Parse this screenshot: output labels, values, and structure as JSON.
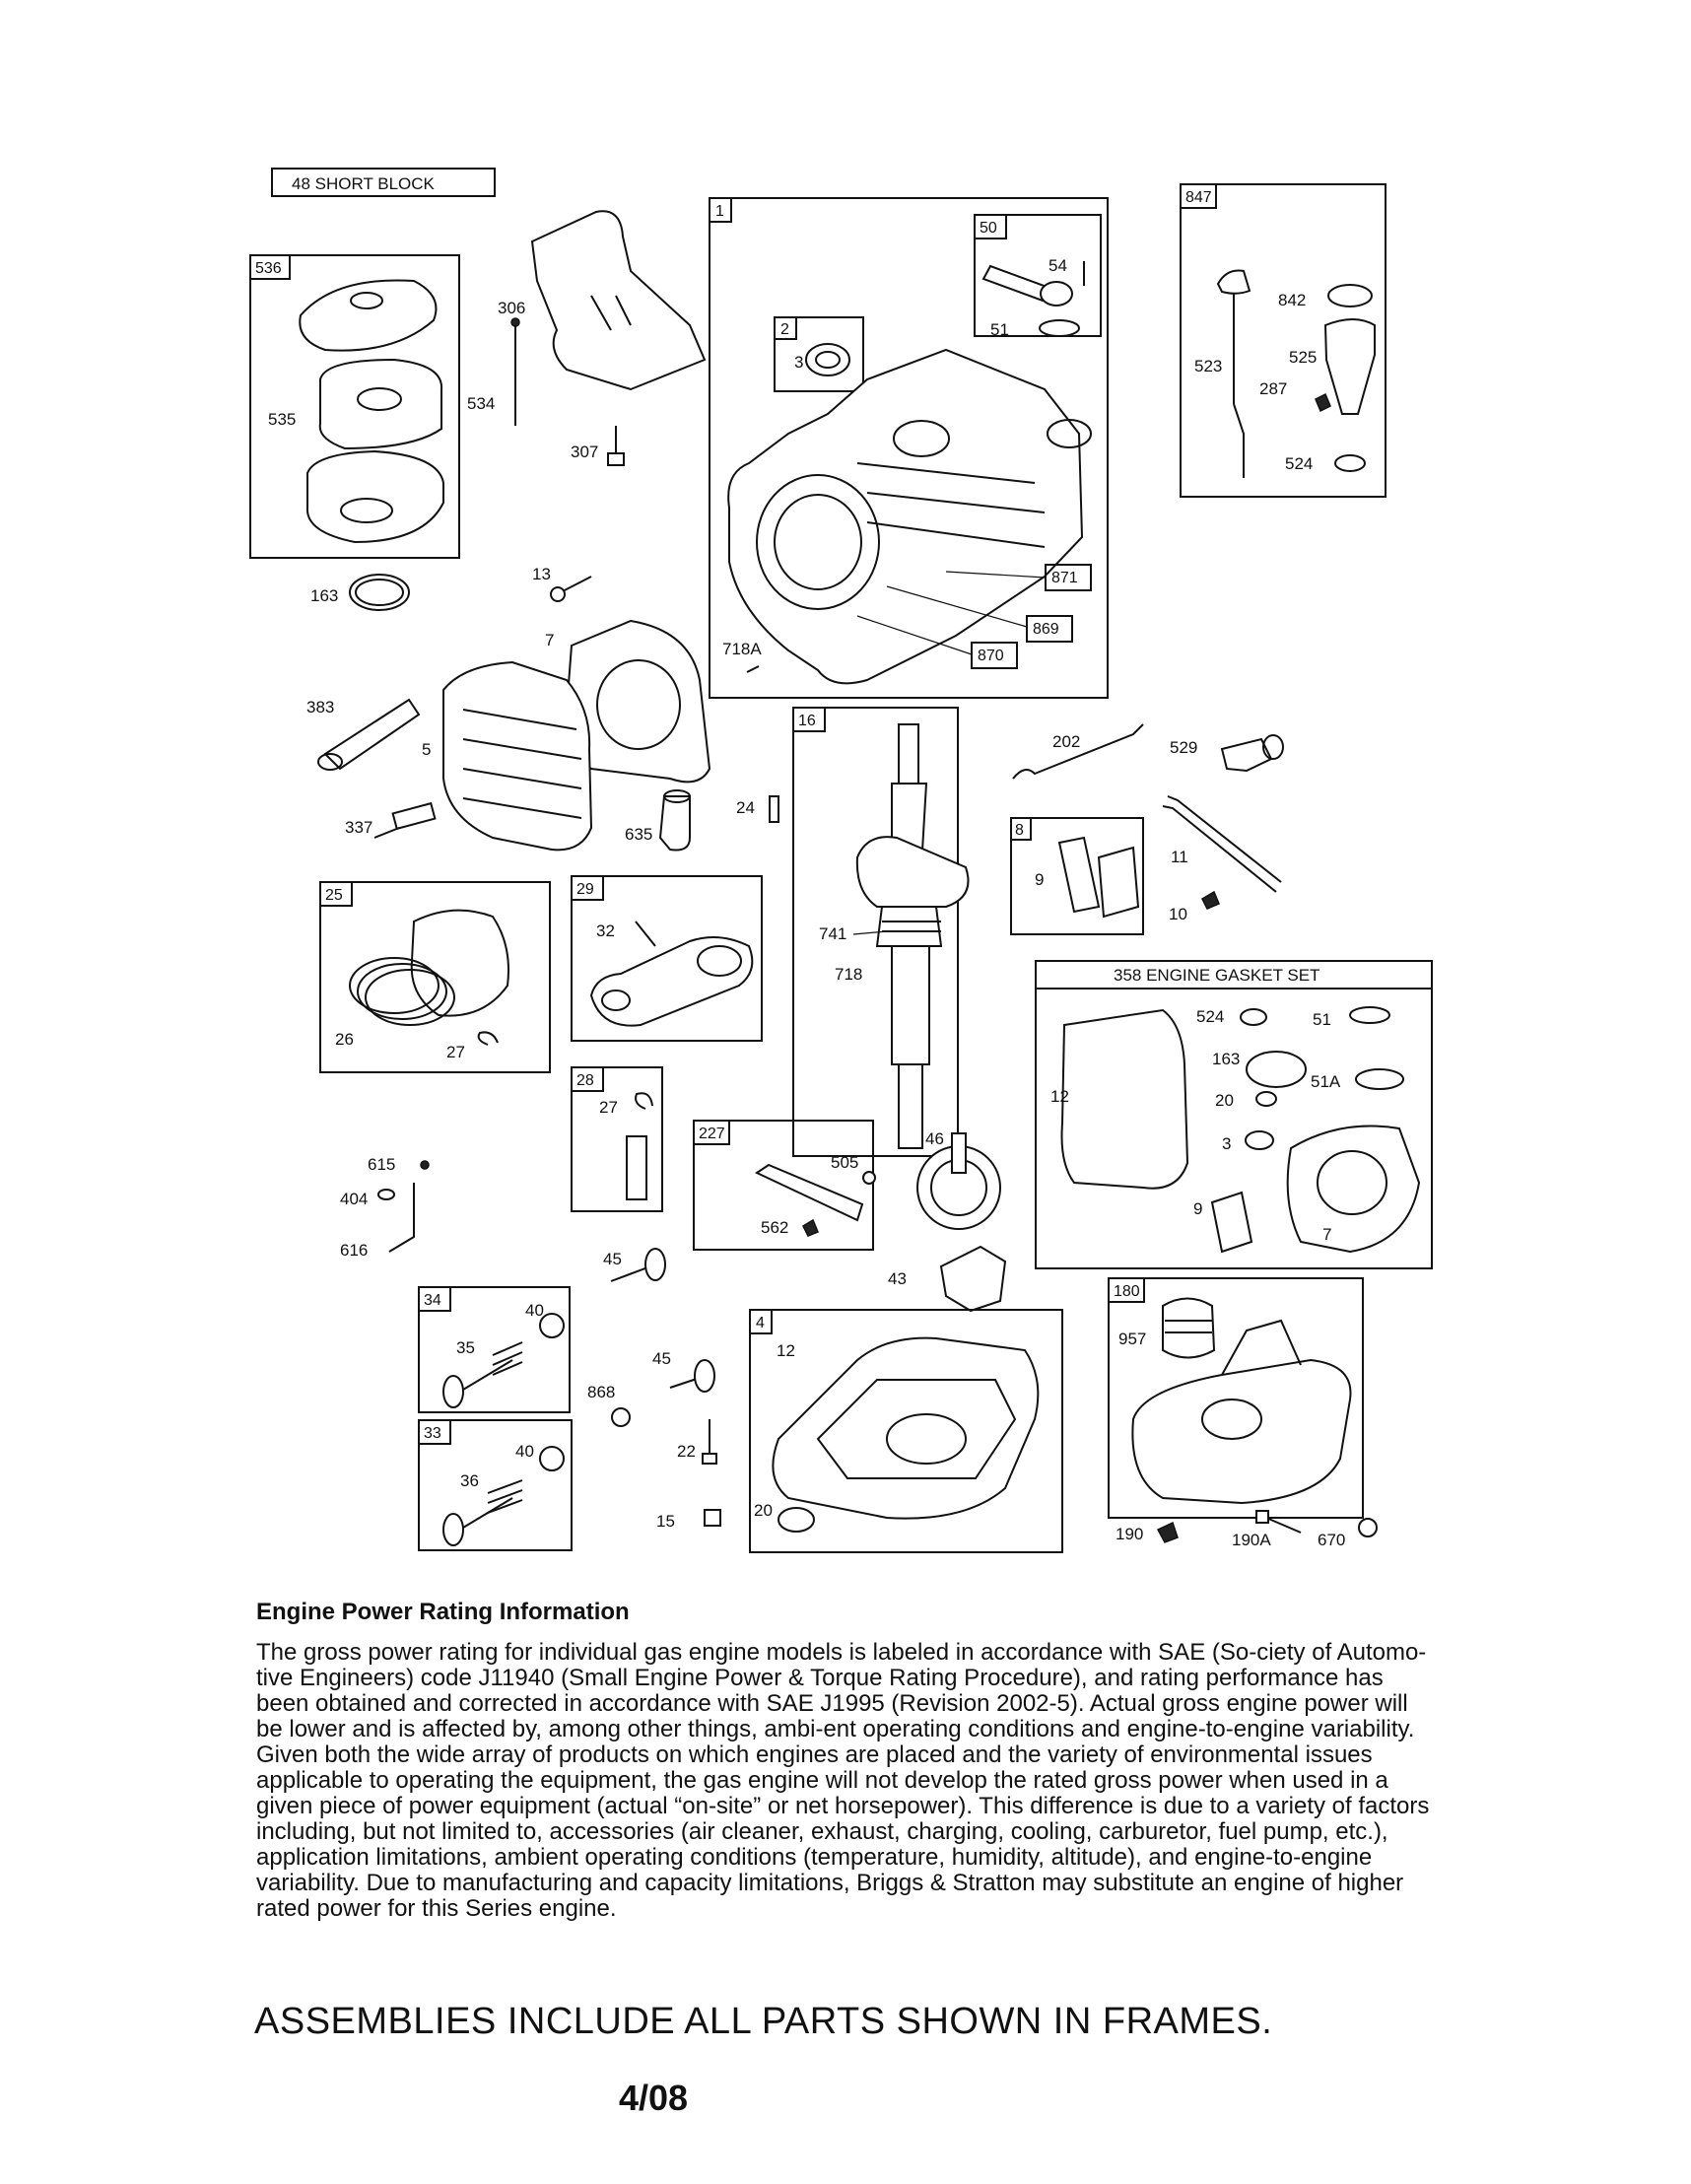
{
  "frames": {
    "short_block": "48 SHORT BLOCK",
    "f536": "536",
    "f1": "1",
    "f2": "2",
    "f50": "50",
    "f847": "847",
    "f871": "871",
    "f869": "869",
    "f870": "870",
    "f16": "16",
    "f8": "8",
    "gasket_set": "358 ENGINE GASKET SET",
    "f25": "25",
    "f29": "29",
    "f28": "28",
    "f227": "227",
    "f34": "34",
    "f33": "33",
    "f4": "4",
    "f180": "180"
  },
  "labels": {
    "l306": "306",
    "l534": "534",
    "l307": "307",
    "l535": "535",
    "l163": "163",
    "l13": "13",
    "l7": "7",
    "l383": "383",
    "l5": "5",
    "l337": "337",
    "l635": "635",
    "l54": "54",
    "l51": "51",
    "l3": "3",
    "l718A": "718A",
    "l842": "842",
    "l523": "523",
    "l525": "525",
    "l287": "287",
    "l524": "524",
    "l202": "202",
    "l529": "529",
    "l24": "24",
    "l9": "9",
    "l11": "11",
    "l10": "10",
    "l741": "741",
    "l718": "718",
    "l32": "32",
    "l26": "26",
    "l27": "27",
    "l27b": "27",
    "g524": "524",
    "g51": "51",
    "g163": "163",
    "g51A": "51A",
    "g20": "20",
    "g3": "3",
    "g12": "12",
    "g9": "9",
    "g7": "7",
    "l615": "615",
    "l404": "404",
    "l616": "616",
    "l505": "505",
    "l562": "562",
    "l46": "46",
    "l43": "43",
    "l45": "45",
    "l45b": "45",
    "l40": "40",
    "l35": "35",
    "l868": "868",
    "l22": "22",
    "l40b": "40",
    "l36": "36",
    "l15": "15",
    "l12": "12",
    "l20": "20",
    "l957": "957",
    "l190": "190",
    "l190A": "190A",
    "l670": "670"
  },
  "rating": {
    "heading": "Engine Power Rating Information",
    "body": "The gross power rating for individual gas engine models is labeled in accordance with SAE (So-ciety of Automo-tive Engineers) code J11940 (Small Engine Power & Torque Rating Procedure), and rating performance has been obtained and corrected in accordance with SAE J1995 (Revision 2002-5). Actual gross engine power will be lower and is affected by, among other things, ambi-ent operating conditions and engine-to-engine variability. Given both the wide array of products on which engines are placed and the variety of environmental issues applicable to operating the equipment, the gas engine will not develop the rated gross power when used in a given piece of power equipment (actual “on-site” or net horsepower). This difference is due to a variety of factors including, but not limited to, accessories (air cleaner, exhaust, charging, cooling, carburetor, fuel pump, etc.), application limitations, ambient operating conditions (temperature, humidity, altitude), and engine-to-engine variability. Due to manufacturing and capacity limitations, Briggs & Stratton may substitute an engine of higher rated power for this Series engine."
  },
  "assemblies_note": "ASSEMBLIES INCLUDE ALL PARTS SHOWN IN FRAMES.",
  "date_code": "4/08"
}
